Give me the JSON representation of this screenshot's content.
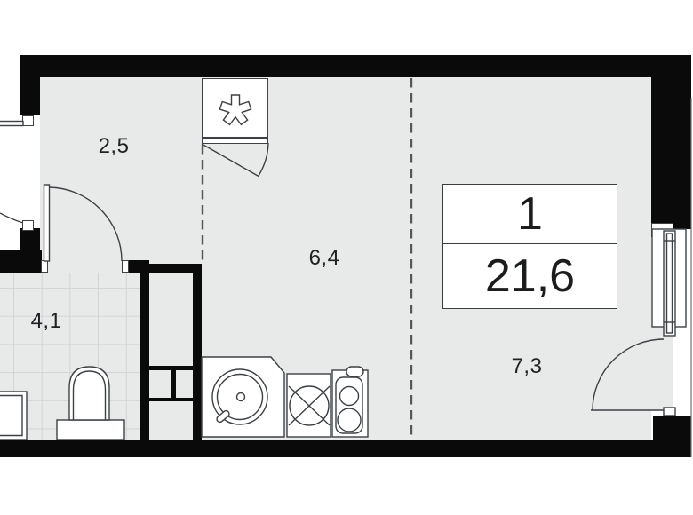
{
  "plan": {
    "unit": {
      "number": "1",
      "area": "21,6"
    },
    "rooms": [
      {
        "name": "hallway",
        "area_label": "2,5"
      },
      {
        "name": "kitchen-zone",
        "area_label": "6,4"
      },
      {
        "name": "bathroom",
        "area_label": "4,1"
      },
      {
        "name": "living-zone",
        "area_label": "7,3"
      }
    ],
    "icons": {
      "ventilation_shaft": "asterisk-5-spoke",
      "sink_round": "circle-with-faucet",
      "cooktop": "square-with-cross",
      "stove_two_burner": "rounded-rect-two-circles"
    },
    "colors": {
      "wall": "#0a0a0b",
      "floor": "#e8eaea",
      "tile_line": "#d2d5d5",
      "stroke": "#3d4144",
      "dash": "#54585b",
      "paper": "#ffffff"
    }
  }
}
